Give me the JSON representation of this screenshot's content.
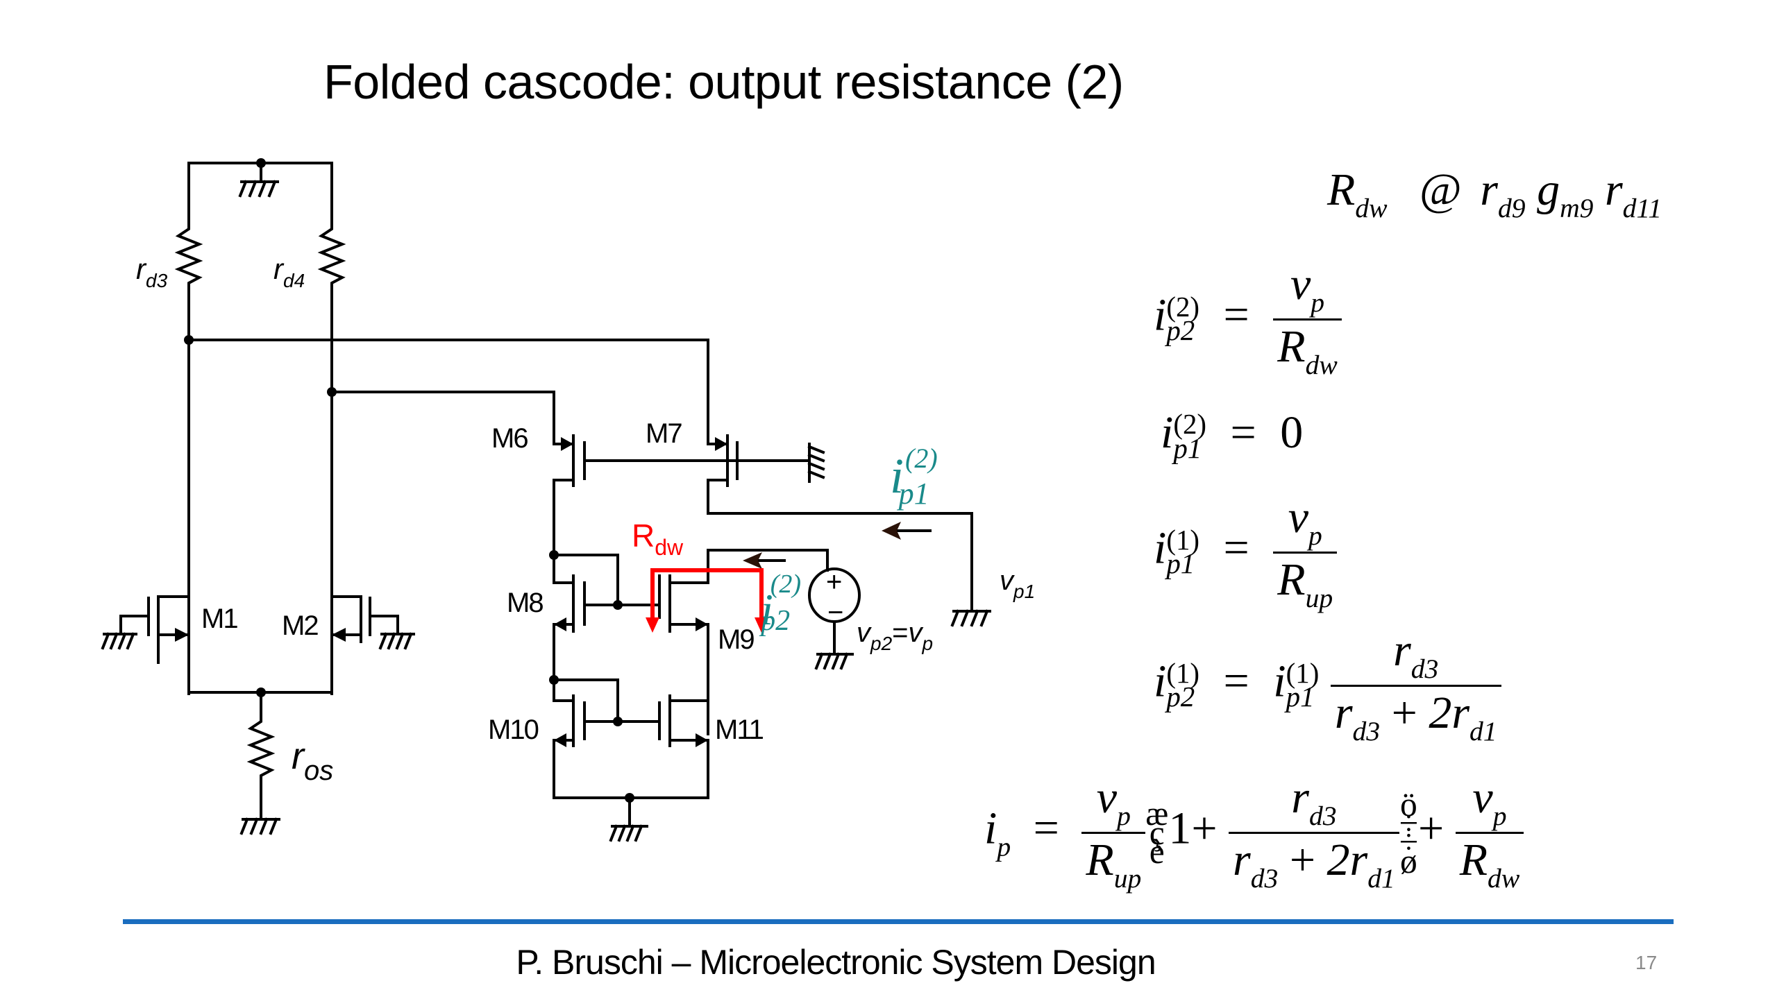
{
  "slide": {
    "title": "Folded cascode: output resistance (2)",
    "footer": "P. Bruschi – Microelectronic System Design",
    "page_number": "17",
    "accent_color": "#1a6dbf"
  },
  "circuit": {
    "labels": {
      "rd3": {
        "base": "r",
        "sub": "d3"
      },
      "rd4": {
        "base": "r",
        "sub": "d4"
      },
      "ros": {
        "base": "r",
        "sub": "os"
      },
      "m1": "M1",
      "m2": "M2",
      "m6": "M6",
      "m7": "M7",
      "m8": "M8",
      "m9": "M9",
      "m10": "M10",
      "m11": "M11",
      "rdw": {
        "base": "R",
        "sub": "dw"
      },
      "vp1": {
        "base": "v",
        "sub": "p1"
      },
      "vp2": {
        "base": "v",
        "sub": "p2",
        "eq": "=",
        "rhs_base": "v",
        "rhs_sub": "p"
      },
      "ip1_2": {
        "base": "i",
        "sup": "(2)",
        "sub": "p1"
      },
      "ip2_2": {
        "base": "i",
        "sup": "(2)",
        "sub": "p2"
      },
      "source_plus": "+",
      "source_minus": "−"
    },
    "colors": {
      "wire": "#000000",
      "highlight": "#ff0000",
      "current_label": "#1a8a8a"
    }
  },
  "equations": {
    "rdw": {
      "lhs": "R",
      "lhs_sub": "dw",
      "op": "@",
      "terms": [
        {
          "b": "r",
          "s": "d9"
        },
        {
          "b": "g",
          "s": "m9"
        },
        {
          "b": "r",
          "s": "d11"
        }
      ]
    },
    "ip2_2": {
      "lhs": "i",
      "sup": "(2)",
      "sub": "p2",
      "eq": "=",
      "num": "v",
      "num_sub": "p",
      "den": "R",
      "den_sub": "dw"
    },
    "ip1_2": {
      "lhs": "i",
      "sup": "(2)",
      "sub": "p1",
      "eq": "=",
      "rhs": "0"
    },
    "ip1_1": {
      "lhs": "i",
      "sup": "(1)",
      "sub": "p1",
      "eq": "=",
      "num": "v",
      "num_sub": "p",
      "den": "R",
      "den_sub": "up"
    },
    "ip2_1": {
      "lhs": "i",
      "sup": "(1)",
      "sub": "p2",
      "eq": "=",
      "factor": "i",
      "factor_sup": "(1)",
      "factor_sub": "p1",
      "num": "r",
      "num_sub": "d3",
      "den_a": "r",
      "den_a_sub": "d3",
      "den_plus": "+",
      "den_b": "2r",
      "den_b_sub": "d1"
    },
    "ip_total": {
      "lhs": "i",
      "lhs_sub": "p",
      "eq": "=",
      "f1_num": "v",
      "f1_num_sub": "p",
      "f1_den": "R",
      "f1_den_sub": "up",
      "open_glyphs": [
        "æ",
        "ç",
        "è"
      ],
      "one_plus": "1+",
      "f2_num": "r",
      "f2_num_sub": "d3",
      "f2_den_a": "r",
      "f2_den_a_sub": "d3",
      "f2_den_plus": "+",
      "f2_den_b": "2r",
      "f2_den_b_sub": "d1",
      "close_glyphs": [
        "ö",
        "÷",
        "÷",
        "ø"
      ],
      "plus": "+",
      "f3_num": "v",
      "f3_num_sub": "p",
      "f3_den": "R",
      "f3_den_sub": "dw"
    }
  }
}
